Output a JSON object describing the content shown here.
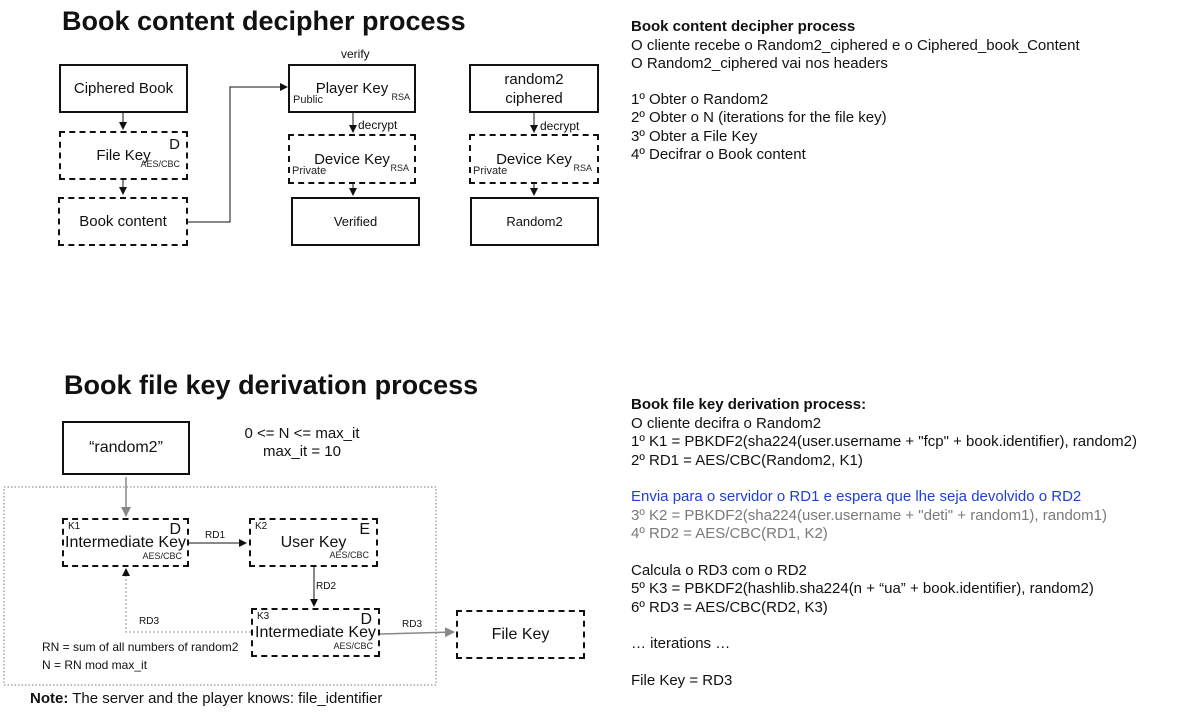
{
  "top": {
    "title": "Book content decipher process",
    "ciphered_book": "Ciphered Book",
    "file_key": "File Key",
    "file_key_corner": "D",
    "file_key_algo": "AES/CBC",
    "book_content": "Book content",
    "verify": "verify",
    "player_key": "Player Key",
    "player_key_public": "Public",
    "player_key_rsa": "RSA",
    "decrypt1": "decrypt",
    "device_key": "Device Key",
    "device_key_private": "Private",
    "device_key_rsa": "RSA",
    "verified": "Verified",
    "random2_ciphered_l1": "random2",
    "random2_ciphered_l2": "ciphered",
    "decrypt2": "decrypt",
    "device_key2": "Device Key",
    "device_key2_private": "Private",
    "device_key2_rsa": "RSA",
    "random2": "Random2"
  },
  "top_notes": {
    "title": "Book content decipher process",
    "lines": [
      "O cliente recebe o Random2_ciphered e o Ciphered_book_Content",
      "O Random2_ciphered vai nos headers",
      "",
      "1º Obter o Random2",
      "2º Obter o N (iterations for the file key)",
      "3º Obter a File Key",
      "4º Decifrar o Book content"
    ]
  },
  "bottom": {
    "title": "Book file key derivation process",
    "random2": "“random2”",
    "n_range": "0 <= N <= max_it",
    "max_it": "max_it = 10",
    "ik1_k": "K1",
    "ik1_corner": "D",
    "ik1_label": "Intermediate Key",
    "ik1_algo": "AES/CBC",
    "rd1": "RD1",
    "uk_k": "K2",
    "uk_corner": "E",
    "uk_label": "User Key",
    "uk_algo": "AES/CBC",
    "rd2": "RD2",
    "ik3_k": "K3",
    "ik3_corner": "D",
    "ik3_label": "Intermediate Key",
    "ik3_algo": "AES/CBC",
    "rd3_left": "RD3",
    "rd3_right": "RD3",
    "file_key": "File Key",
    "rn_def": "RN = sum of all numbers of random2",
    "n_def": "N = RN mod max_it",
    "note_bold": "Note:",
    "note_rest": " The server and the player knows: file_identifier"
  },
  "bottom_notes": {
    "title": "Book file key derivation process:",
    "lines": [
      "O cliente decifra o Random2",
      "1º K1 = PBKDF2(sha224(user.username + \"fcp\" + book.identifier), random2)",
      "2º RD1 = AES/CBC(Random2, K1)"
    ],
    "blue_line": "Envia para o servidor o RD1 e espera que lhe seja devolvido o RD2",
    "grey_lines": [
      "3º K2 = PBKDF2(sha224(user.username + \"deti\" + random1), random1)",
      "4º RD2 = AES/CBC(RD1, K2)"
    ],
    "lines2": [
      "Calcula o RD3 com o RD2",
      "5º K3 = PBKDF2(hashlib.sha224(n + “ua” + book.identifier), random2)",
      "6º RD3 = AES/CBC(RD2, K3)"
    ],
    "iterations": "… iterations …",
    "file_key": "File Key = RD3"
  }
}
